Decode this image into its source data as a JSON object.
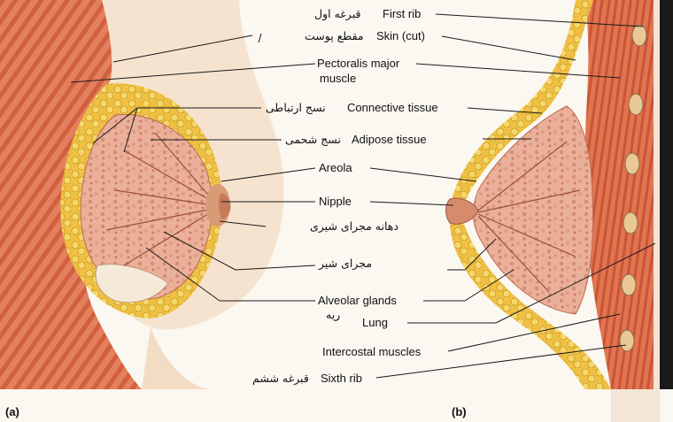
{
  "labels": {
    "first_rib": "First rib",
    "first_rib_fa": "قبرغه اول",
    "skin_cut": "Skin (cut)",
    "skin_cut_fa": "مقطع پوست",
    "pectoralis_line1": "Pectoralis major",
    "pectoralis_line2": "muscle",
    "connective": "Connective tissue",
    "connective_fa": "نسج ارتباطی",
    "adipose": "Adipose tissue",
    "adipose_fa": "نسج شحمی",
    "areola": "Areola",
    "nipple": "Nipple",
    "milk_duct_opening_fa": "دهانه مجرای شیری",
    "milk_duct_fa": "مجرای شیر",
    "alveolar": "Alveolar glands",
    "lung": "Lung",
    "lung_fa": "ریه",
    "intercostal": "Intercostal muscles",
    "sixth_rib": "Sixth rib",
    "sixth_rib_fa": "قبرغه ششم"
  },
  "panels": {
    "a": "(a)",
    "b": "(b)"
  },
  "colors": {
    "muscle": "#e0744f",
    "muscle_dark": "#b8482b",
    "skin": "#f6e3cf",
    "fat": "#f2c94c",
    "gland": "#e9a58e",
    "rib": "#eac896",
    "paper": "#fbf7f1"
  }
}
